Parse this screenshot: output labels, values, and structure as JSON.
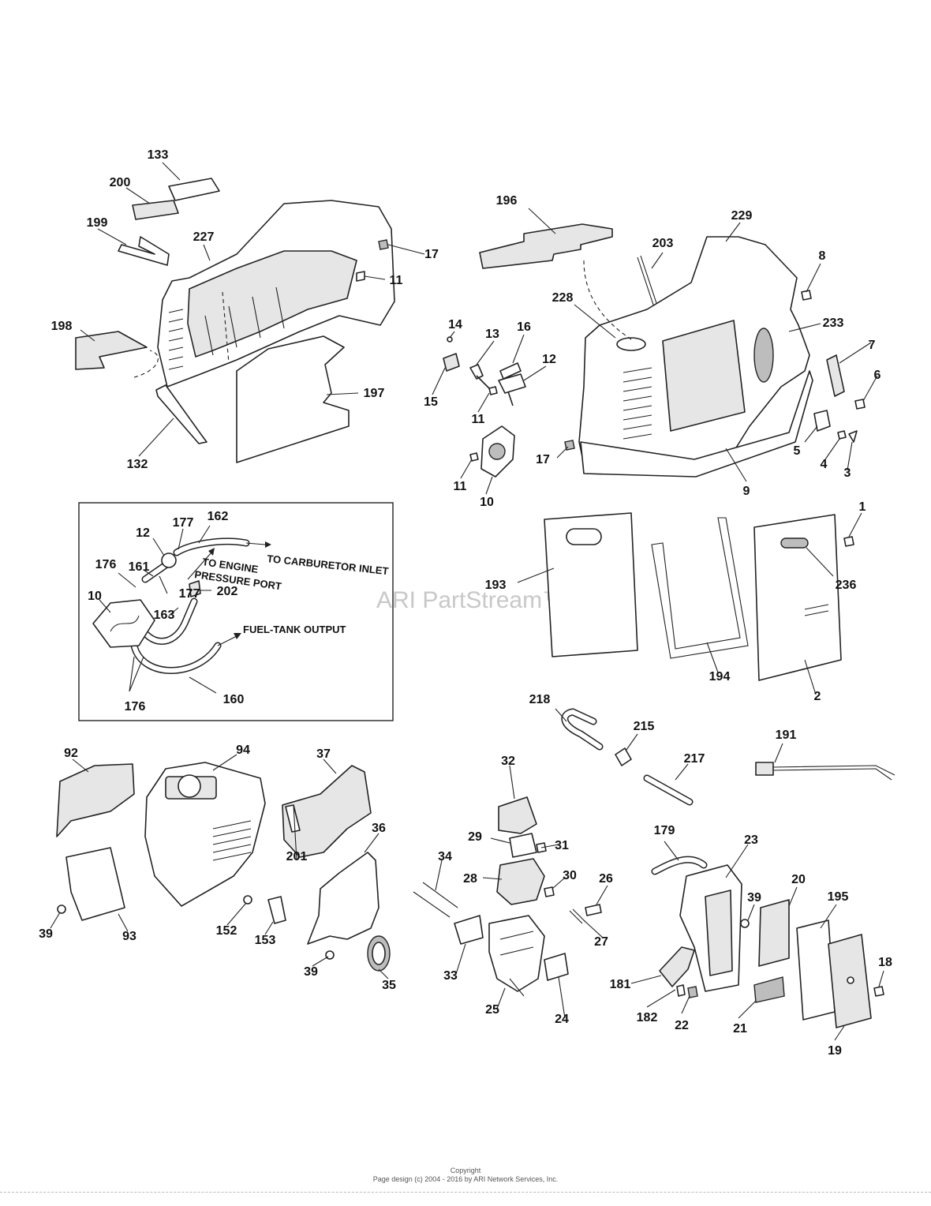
{
  "watermark": "ARI PartStream™",
  "footer": {
    "line1": "Copyright",
    "line2": "Page design (c) 2004 - 2016 by ARI Network Services, Inc."
  },
  "callouts": {
    "c133": "133",
    "c200": "200",
    "c199": "199",
    "c227": "227",
    "c17a": "17",
    "c11a": "11",
    "c198": "198",
    "c197": "197",
    "c132": "132",
    "c196": "196",
    "c229": "229",
    "c203": "203",
    "c8": "8",
    "c228": "228",
    "c233": "233",
    "c14": "14",
    "c13": "13",
    "c16": "16",
    "c12a": "12",
    "c15": "15",
    "c11b": "11",
    "c7": "7",
    "c6": "6",
    "c11c": "11",
    "c10a": "10",
    "c17b": "17",
    "c9": "9",
    "c5": "5",
    "c4": "4",
    "c3": "3",
    "c12b": "12",
    "c177a": "177",
    "c162": "162",
    "c176a": "176",
    "c161": "161",
    "c177b": "177",
    "c10b": "10",
    "c163": "163",
    "c202": "202",
    "c176b": "176",
    "c160": "160",
    "c1": "1",
    "c193": "193",
    "c236": "236",
    "c194": "194",
    "c2": "2",
    "c218": "218",
    "c215": "215",
    "c217": "217",
    "c191": "191",
    "c92": "92",
    "c94": "94",
    "c37": "37",
    "c36": "36",
    "c32": "32",
    "c29": "29",
    "c31": "31",
    "c34": "34",
    "c201": "201",
    "c28": "28",
    "c30": "30",
    "c26": "26",
    "c179": "179",
    "c23": "23",
    "c39a": "39",
    "c93": "93",
    "c152": "152",
    "c153": "153",
    "c39b": "39",
    "c35": "35",
    "c33": "33",
    "c25": "25",
    "c24": "24",
    "c27": "27",
    "c39c": "39",
    "c20": "20",
    "c195": "195",
    "c18": "18",
    "c181": "181",
    "c182": "182",
    "c22": "22",
    "c21": "21",
    "c19": "19"
  },
  "notes": {
    "to_carb": "TO CARBURETOR INLET",
    "to_engine": "TO ENGINE",
    "pressure_port": "PRESSURE PORT",
    "fuel_tank": "FUEL-TANK OUTPUT"
  }
}
